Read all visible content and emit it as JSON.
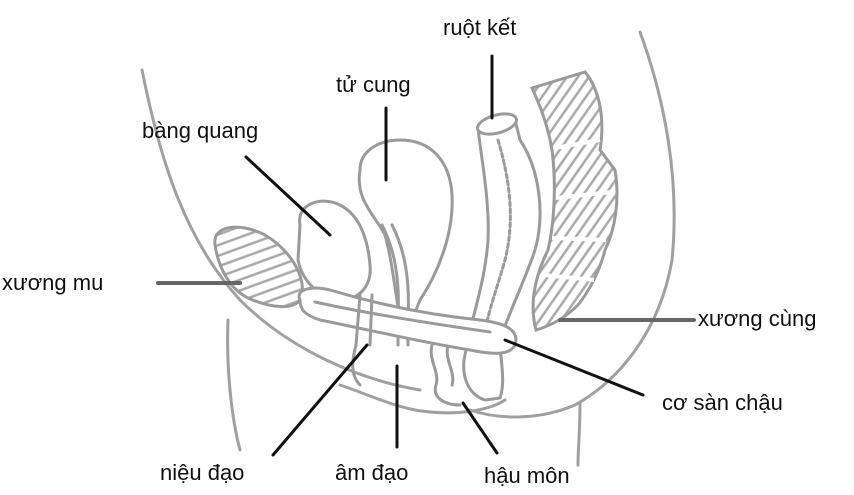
{
  "diagram": {
    "subject": "female pelvic anatomy (sagittal section)",
    "colors": {
      "outline": "#9a9a9a",
      "leader_line": "#111111",
      "text": "#111111",
      "background": "#ffffff"
    },
    "labels": {
      "colon": "ruột kết",
      "uterus": "tử cung",
      "bladder": "bàng quang",
      "pubic_bone": "xương mu",
      "sacrum": "xương cùng",
      "pelvic_floor_muscle": "cơ sàn chậu",
      "urethra": "niệu đạo",
      "vagina": "âm đạo",
      "anus": "hậu môn"
    }
  }
}
